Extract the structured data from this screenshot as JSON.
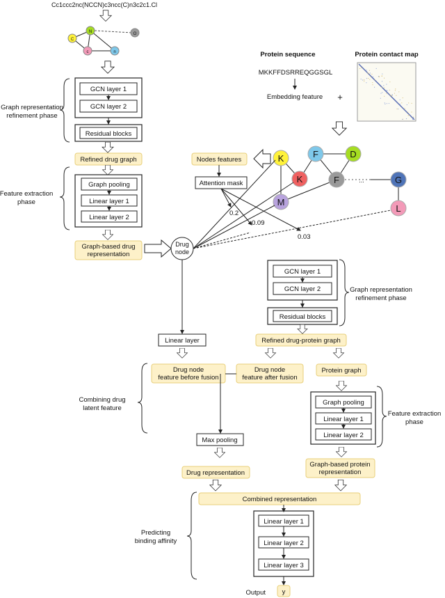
{
  "smiles": "Cc1ccc2nc(NCCN)c3ncc(C)n3c2c1.Cl",
  "mol_atoms": [
    "C",
    "N",
    "O",
    "c",
    "n"
  ],
  "left_top": {
    "gcn1": "GCN layer 1",
    "gcn2": "GCN layer 2",
    "residual": "Residual blocks",
    "refined": "Refined drug graph",
    "phase_refine": [
      "Graph representation",
      "refinement phase"
    ],
    "pool": "Graph pooling",
    "lin1": "Linear layer 1",
    "lin2": "Linear layer 2",
    "phase_extract": [
      "Feature extraction",
      "phase"
    ],
    "drug_repr": [
      "Graph-based drug",
      "representation"
    ]
  },
  "protein": {
    "seq_title": "Protein sequence",
    "map_title": "Protein contact map",
    "sequence": "MKKFFDSRREQGGSGL",
    "embedding": "Embedding feature",
    "plus": "+",
    "nodes": [
      "K",
      "F",
      "D",
      "K",
      "F",
      "G",
      "M",
      "L"
    ],
    "dots": "..."
  },
  "attention": {
    "nodes_features": "Nodes features",
    "mask": "Attention mask",
    "drug_node": [
      "Drug",
      "node"
    ],
    "w1": "0.2",
    "w2": "0.09",
    "w3": "0.03"
  },
  "right_mid": {
    "gcn1": "GCN layer 1",
    "gcn2": "GCN layer 2",
    "residual": "Residual blocks",
    "phase_refine": [
      "Graph representation",
      "refinement phase"
    ],
    "refined_dp": "Refined drug-protein graph",
    "protein_graph": "Protein graph",
    "pool": "Graph pooling",
    "lin1": "Linear layer 1",
    "lin2": "Linear layer 2",
    "phase_extract": [
      "Feature extraction",
      "phase"
    ],
    "prot_repr": [
      "Graph-based protein",
      "representation"
    ]
  },
  "fusion": {
    "linear": "Linear layer",
    "before": [
      "Drug node",
      "feature before fusion"
    ],
    "after": [
      "Drug node",
      "feature after fusion"
    ],
    "phase": [
      "Combining drug",
      "latent feature"
    ],
    "maxpool": "Max pooling",
    "drug_repr": "Drug representation"
  },
  "predict": {
    "combined": "Combined representation",
    "lin1": "Linear layer 1",
    "lin2": "Linear layer 2",
    "lin3": "Linear layer 3",
    "phase": [
      "Predicting",
      "binding affinity"
    ],
    "output": "Output",
    "y": "y"
  },
  "node_colors": {
    "yellow": "#fff23a",
    "blue": "#7ec8ea",
    "green": "#a6dd22",
    "red": "#ef6060",
    "gray": "#9a9a9a",
    "navy": "#4f74b8",
    "purple": "#b8a3dd",
    "pink": "#f39ab8"
  }
}
